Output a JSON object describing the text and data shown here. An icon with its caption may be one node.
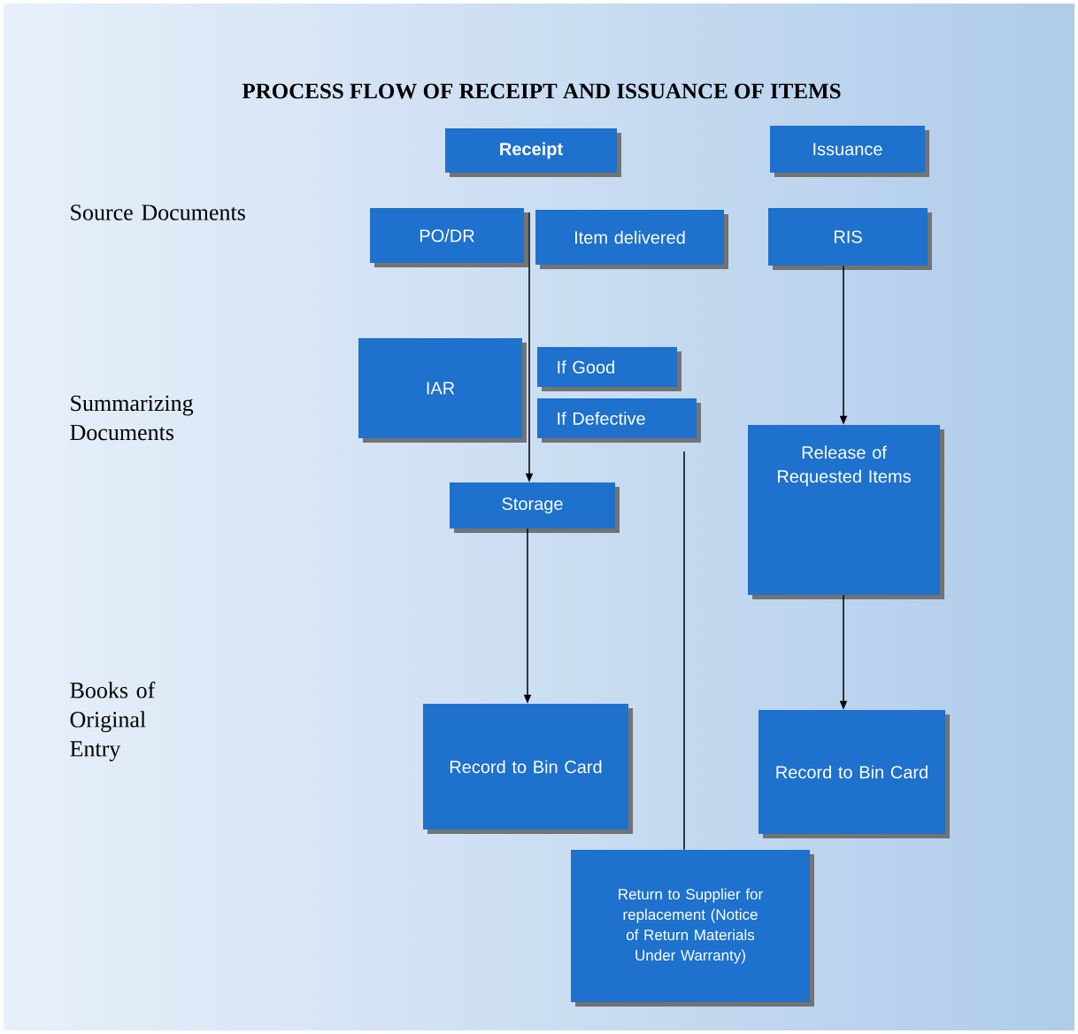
{
  "diagram": {
    "title": "PROCESS FLOW OF RECEIPT AND ISSUANCE OF ITEMS",
    "nodes": [
      {
        "text": [
          "Receipt"
        ]
      },
      {
        "text": [
          "Issuance"
        ]
      },
      {
        "text": [
          "PO/DR"
        ]
      },
      {
        "text": [
          "Item delivered"
        ]
      },
      {
        "text": [
          "RIS"
        ]
      },
      {
        "text": [
          "IAR"
        ]
      },
      {
        "text": [
          "If Good"
        ]
      },
      {
        "text": [
          "If Defective"
        ]
      },
      {
        "text": [
          "Release of Requested Items"
        ]
      },
      {
        "text": [
          "Storage"
        ]
      },
      {
        "text": [
          "Record to Bin Card"
        ]
      },
      {
        "text": [
          "Record to Bin Card"
        ]
      },
      {
        "text": [
          "Return to Supplier for replacement (Notice of Return Materials Under Warranty)"
        ]
      }
    ],
    "edges": [
      {
        "from": 2,
        "to": 9,
        "arrow": "to"
      },
      {
        "from": 9,
        "to": 10,
        "arrow": "to"
      },
      {
        "from": 4,
        "to": 8,
        "arrow": "to"
      },
      {
        "from": 8,
        "to": 11,
        "arrow": "to"
      },
      {
        "from": 7,
        "to": 12,
        "arrow": "none"
      }
    ],
    "labels": [
      "Source Documents",
      "Summarizing Documents",
      "Books of Original Entry"
    ]
  }
}
